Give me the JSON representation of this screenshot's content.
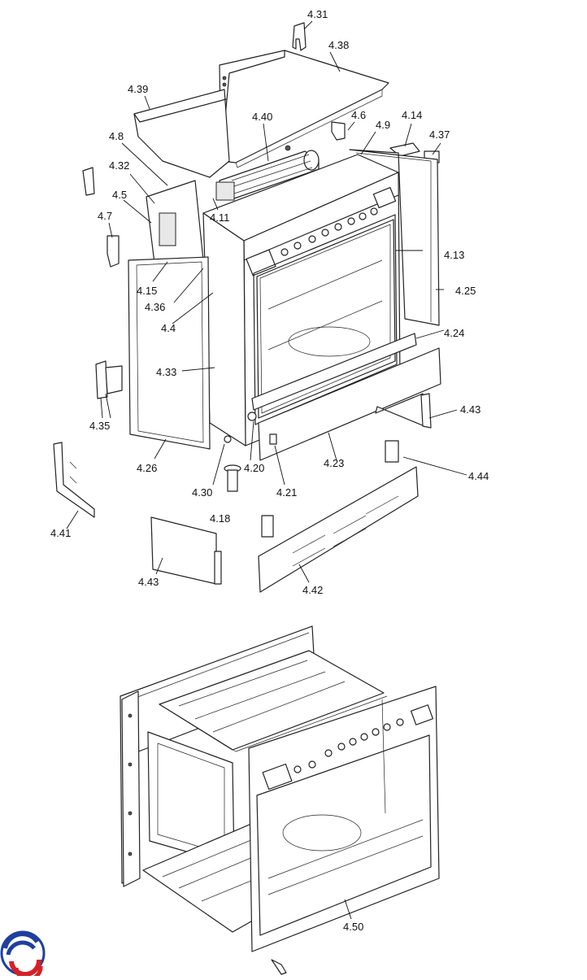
{
  "diagram": {
    "upper_labels": [
      "4.31",
      "4.38",
      "4.39",
      "4.40",
      "4.6",
      "4.14",
      "4.8",
      "4.9",
      "4.37",
      "4.32",
      "4.5",
      "4.11",
      "4.7",
      "4.13",
      "4.25",
      "4.15",
      "4.36",
      "4.4",
      "4.24",
      "4.33",
      "4.43",
      "4.35",
      "4.26",
      "4.20",
      "4.23",
      "4.44",
      "4.30",
      "4.21",
      "4.18",
      "4.41",
      "4.43",
      "4.42"
    ],
    "lower_labels": [
      "4.50"
    ]
  },
  "logo": {
    "name": "brand-swirl-logo",
    "colors": [
      "#1f3fa0",
      "#d62027"
    ]
  }
}
